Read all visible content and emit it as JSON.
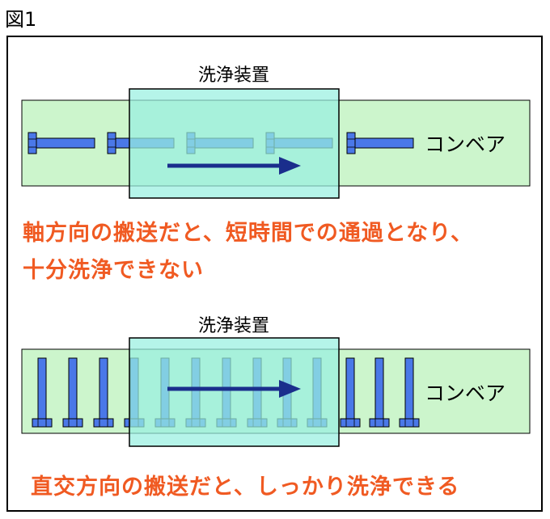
{
  "figure_label": "図1",
  "top_panel": {
    "device_label": "洗浄装置",
    "conveyor_label": "コンベア",
    "caption_line1": "軸方向の搬送だと、短時間での通過となり、",
    "caption_line2": "十分洗浄できない"
  },
  "bottom_panel": {
    "device_label": "洗浄装置",
    "conveyor_label": "コンベア",
    "caption": "直交方向の搬送だと、しっかり洗浄できる"
  },
  "colors": {
    "conveyor": "#CCF5CC",
    "device": "#99F0E0",
    "bolt": "#4A78E8",
    "arrow": "#1A2E8C",
    "caption": "#F05A22"
  }
}
